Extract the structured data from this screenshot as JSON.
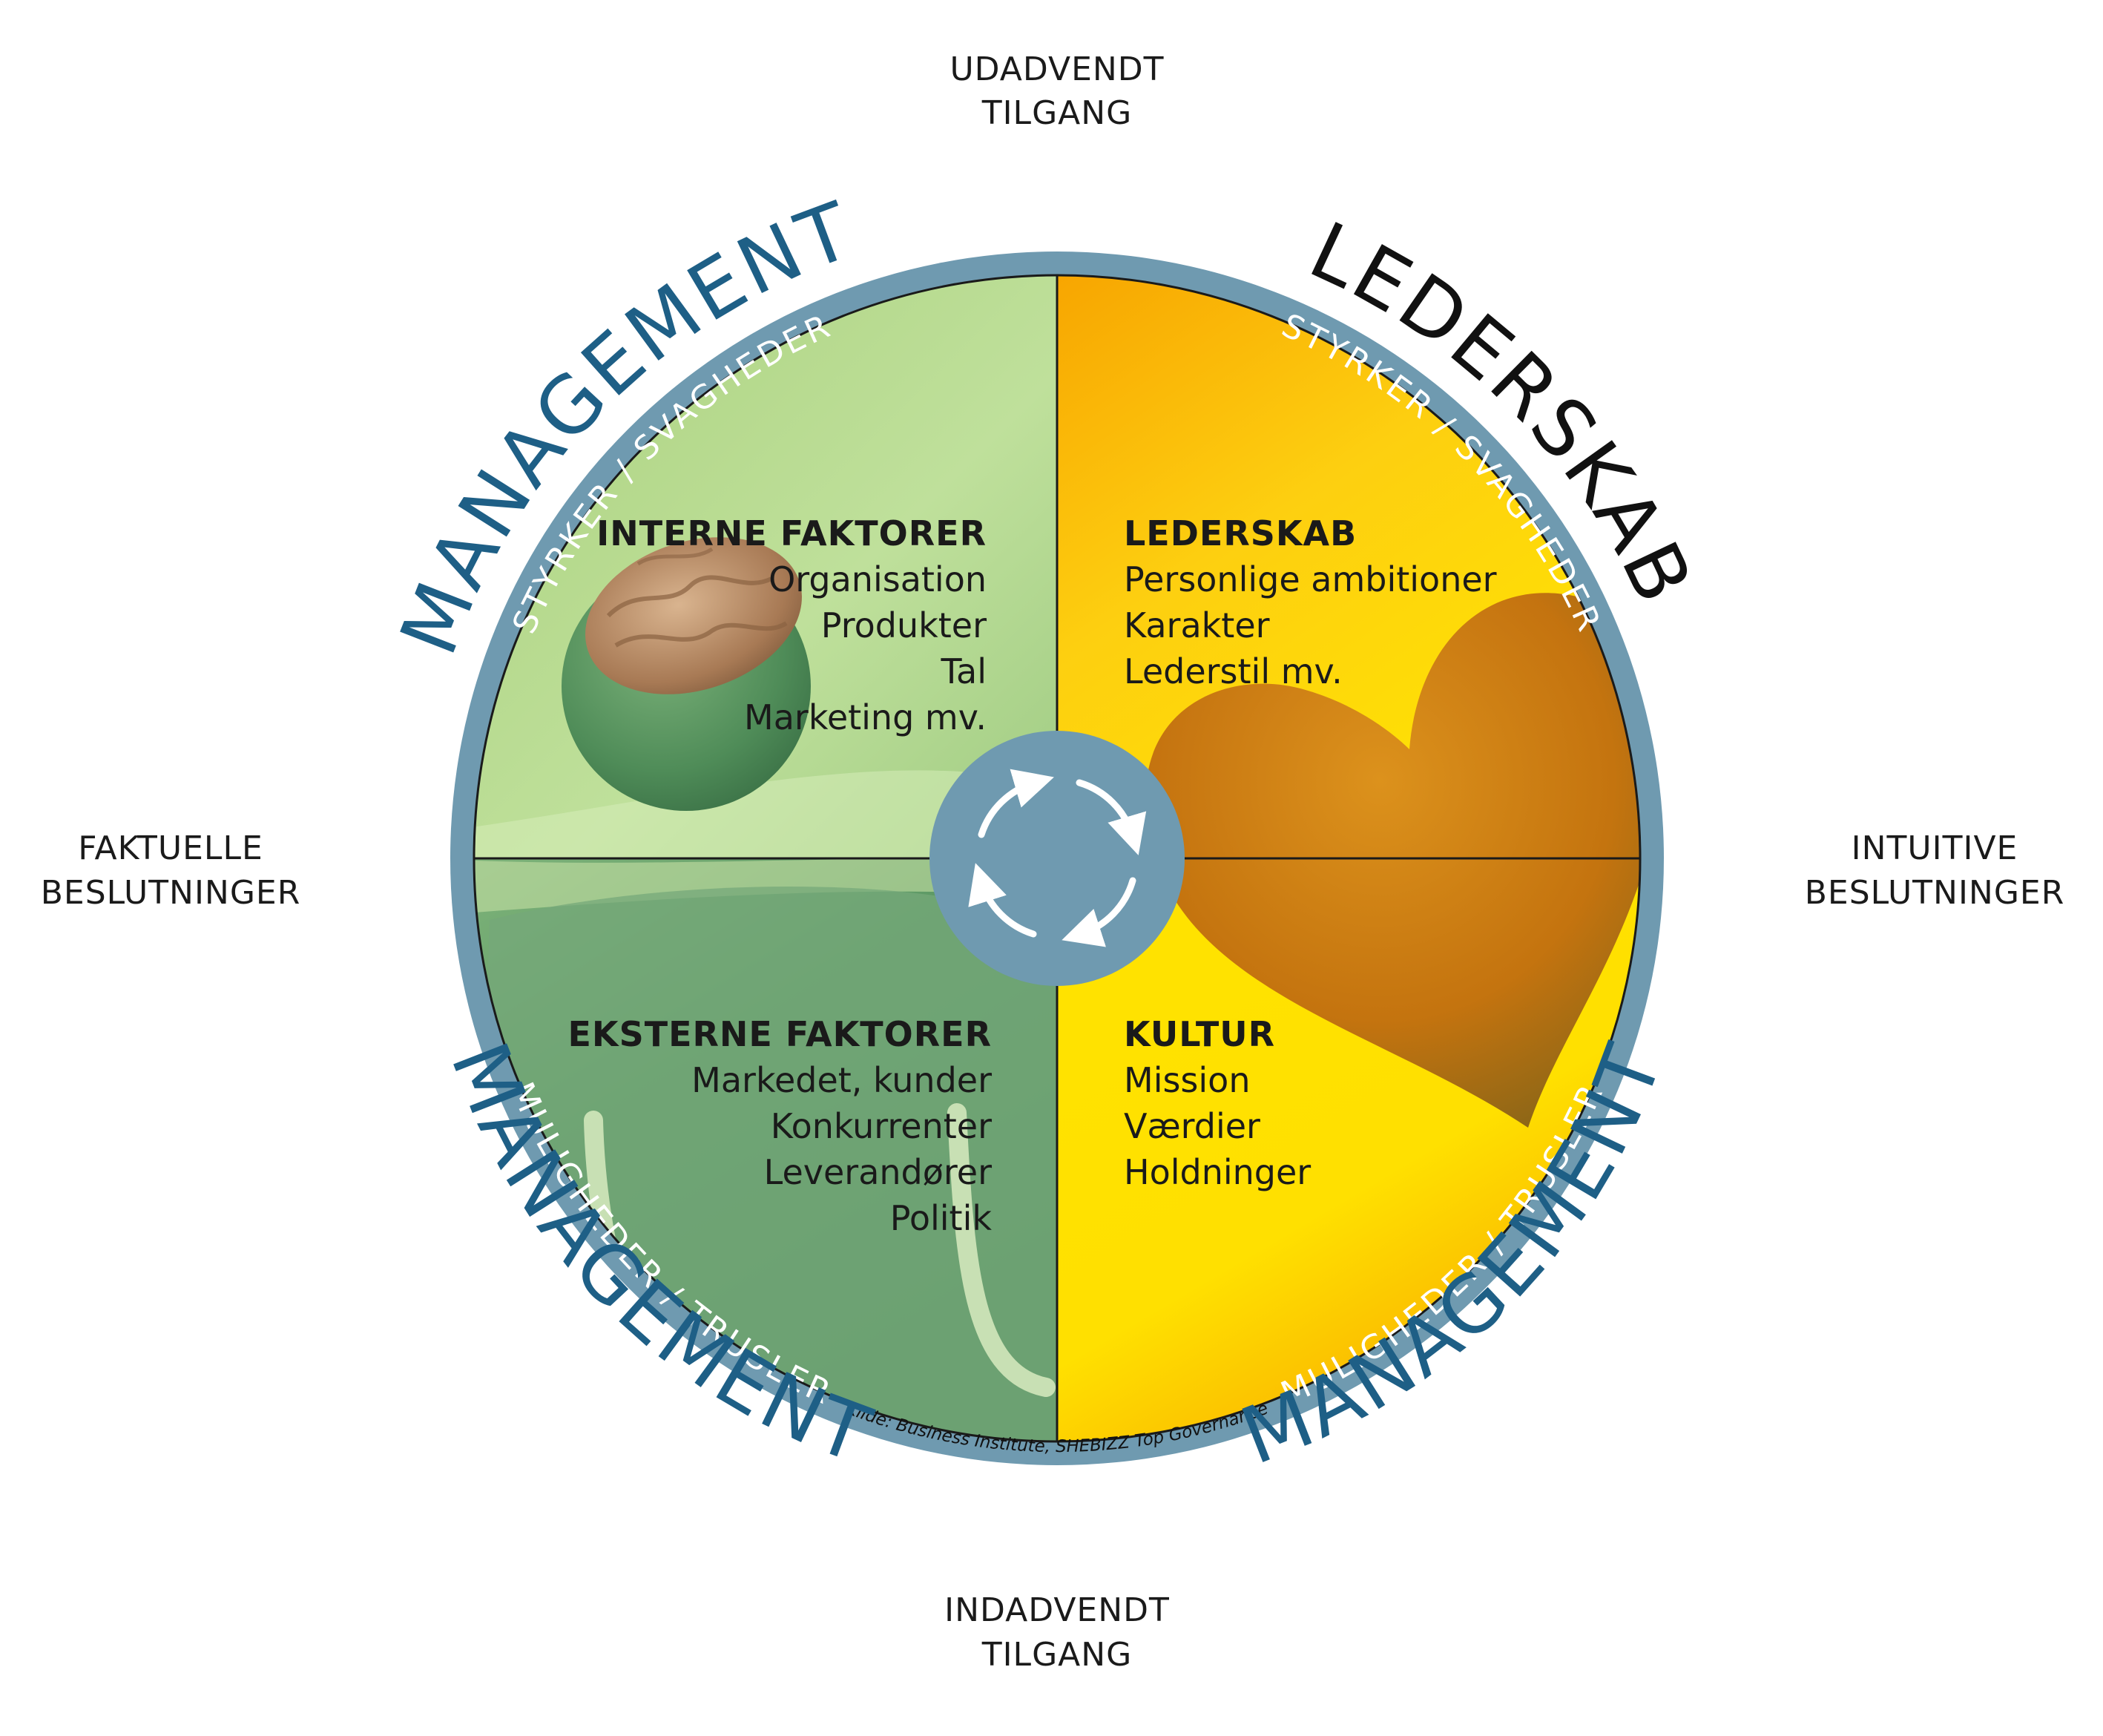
{
  "outer_labels": {
    "top": [
      "UDADVENDT",
      "TILGANG"
    ],
    "bottom": [
      "INDADVENDT",
      "TILGANG"
    ],
    "left": [
      "FAKTUELLE",
      "BESLUTNINGER"
    ],
    "right": [
      "INTUITIVE",
      "BESLUTNINGER"
    ]
  },
  "arc_labels": {
    "top_left": "MANAGEMENT",
    "top_right": "LEDERSKAB",
    "bottom_left": "MANAGEMENT",
    "bottom_right": "MANAGEMENT"
  },
  "ring_labels": {
    "top_left": "STYRKER / SVAGHEDER",
    "top_right": "STYRKER / SVAGHEDER",
    "bottom_left": "MULIGHEDER / TRUSLER",
    "bottom_right": "MULIGHEDER / TRUSLER"
  },
  "quadrants": {
    "top_left": {
      "title": "INTERNE FAKTORER",
      "items": [
        "Organisation",
        "Produkter",
        "Tal",
        "Marketing mv."
      ]
    },
    "top_right": {
      "title": "LEDERSKAB",
      "items": [
        "Personlige ambitioner",
        "Karakter",
        "Lederstil mv."
      ]
    },
    "bottom_left": {
      "title": "EKSTERNE FAKTORER",
      "items": [
        "Markedet, kunder",
        "Konkurrenter",
        "Leverandører",
        "Politik"
      ]
    },
    "bottom_right": {
      "title": "KULTUR",
      "items": [
        "Mission",
        "Værdier",
        "Holdninger"
      ]
    }
  },
  "source": "Kilde: Business Institute, SHEBIZZ Top Governance",
  "icons": {
    "center": "cycle-arrows-icon",
    "top_left": "brain-sphere-icon",
    "top_right": "heart-icon",
    "bottom_left": "chair-icon"
  },
  "colors": {
    "ring": "#6f9ab0",
    "arc_blue": "#1e5f86",
    "arc_black": "#111111",
    "green_light": "#b5d98a",
    "green_dark": "#5f9b66",
    "yellow": "#ffe800",
    "orange": "#f5a300",
    "heart": "#c4690e"
  }
}
